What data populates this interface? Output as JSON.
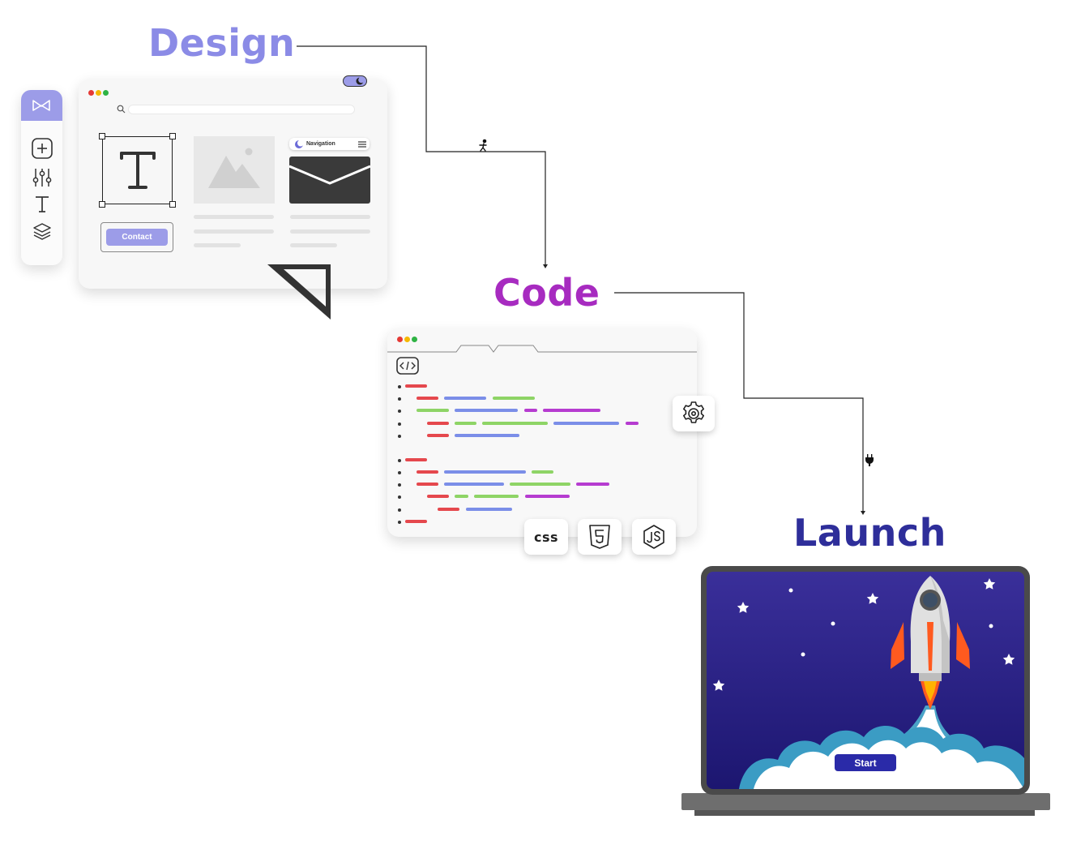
{
  "stages": {
    "design": {
      "label": "Design",
      "color": "#8b8be6"
    },
    "code": {
      "label": "Code",
      "color": "#a72bc0"
    },
    "launch": {
      "label": "Launch",
      "color": "#2e2e9a"
    }
  },
  "design_mockup": {
    "nav_label": "Navigation",
    "contact_label": "Contact",
    "accent": "#9c9ce8",
    "toolbar_icons": [
      "logo-icon",
      "plus-icon",
      "sliders-icon",
      "text-icon",
      "layers-icon"
    ]
  },
  "code_mockup": {
    "badges": [
      "CSS",
      "html5-icon",
      "nodejs-icon"
    ],
    "badge_css_label": "css",
    "colors": {
      "red": "#e5484d",
      "blue": "#7b8ee8",
      "green": "#8ed466",
      "purple": "#b63cd0"
    }
  },
  "launch_screen": {
    "start_label": "Start",
    "sky_top": "#3a2f9a",
    "sky_bottom": "#1c1670"
  }
}
